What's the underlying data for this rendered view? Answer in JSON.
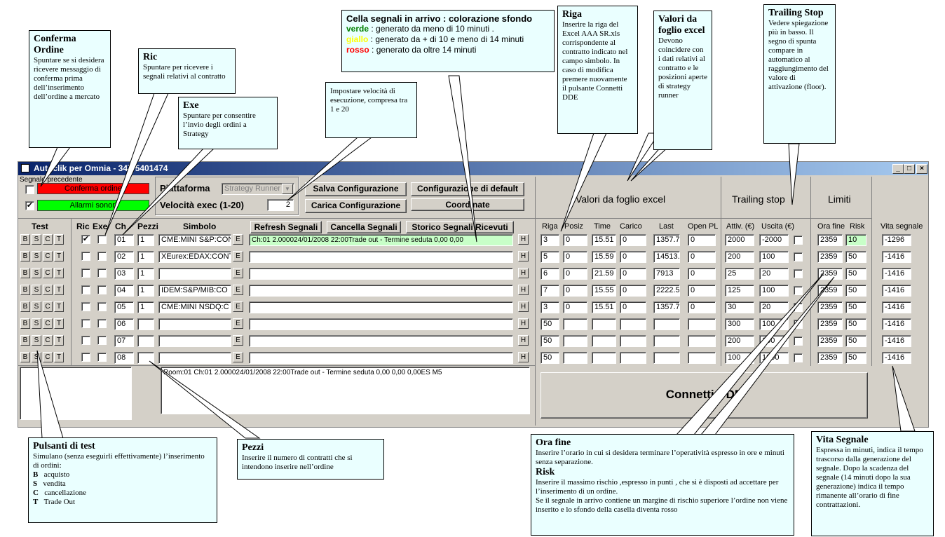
{
  "window": {
    "title": "Autoclik per Omnia - 347-5401474",
    "prev_signal_label": "Segnale precedente"
  },
  "top": {
    "confirm_label": "Conferma ordine",
    "alarm_label": "Allarmi sonori",
    "alarm_checked": "✔",
    "platform_label": "Piattaforma",
    "platform_value": "Strategy Runner",
    "speed_label": "Velocità exec (1-20)",
    "speed_value": "2",
    "save_label": "Salva Configurazione",
    "load_label": "Carica Configurazione",
    "default_label": "Configurazione di default",
    "coords_label": "Coordinate",
    "excel_header": "Valori da foglio excel",
    "trailing_header": "Trailing stop",
    "limits_header": "Limiti",
    "colors": {
      "confirm": "#ff0000",
      "alarm": "#00ff00",
      "signal_green": "#c8ffc8"
    }
  },
  "columns": {
    "test": "Test",
    "ric": "Ric",
    "exe": "Exe",
    "ch": "Ch",
    "pezzi": "Pezzi",
    "simbolo": "Simbolo",
    "refresh": "Refresh Segnali",
    "cancel": "Cancella Segnali",
    "history": "Storico Segnali Ricevuti",
    "riga": "Riga",
    "posiz": "Posiz",
    "time": "Time",
    "carico": "Carico",
    "last": "Last",
    "openpl": "Open PL",
    "attiv": "Attiv. (€)",
    "uscita": "Uscita (€)",
    "orafine": "Ora fine",
    "risk": "Risk",
    "vita": "Vita segnale"
  },
  "test_buttons": [
    "B",
    "S",
    "C",
    "T"
  ],
  "e_label": "E",
  "h_label": "H",
  "rows": [
    {
      "ric": "✔",
      "exe": "",
      "ch": "01",
      "pezzi": "1",
      "simbolo": "CME:MINI S&P:CON",
      "signal": "Ch:01 2.000024/01/2008 22:00Trade out - Termine seduta      0,00       0,00",
      "riga": "3",
      "posiz": "0",
      "time": "15.51",
      "carico": "0",
      "last": "1357.7",
      "openpl": "0",
      "attiv": "2000",
      "uscita": "-2000",
      "orafine": "2359",
      "risk": "10",
      "vita": "-1296"
    },
    {
      "ric": "",
      "exe": "",
      "ch": "02",
      "pezzi": "1",
      "simbolo": "XEurex:EDAX:CONT",
      "signal": "",
      "riga": "5",
      "posiz": "0",
      "time": "15.59",
      "carico": "0",
      "last": "14513.",
      "openpl": "0",
      "attiv": "200",
      "uscita": "100",
      "orafine": "2359",
      "risk": "50",
      "vita": "-1416"
    },
    {
      "ric": "",
      "exe": "",
      "ch": "03",
      "pezzi": "1",
      "simbolo": "",
      "signal": "",
      "riga": "6",
      "posiz": "0",
      "time": "21.59",
      "carico": "0",
      "last": "7913",
      "openpl": "0",
      "attiv": "25",
      "uscita": "20",
      "orafine": "2359",
      "risk": "50",
      "vita": "-1416"
    },
    {
      "ric": "",
      "exe": "",
      "ch": "04",
      "pezzi": "1",
      "simbolo": "IDEM:S&P/MIB:CO",
      "signal": "",
      "riga": "7",
      "posiz": "0",
      "time": "15.55",
      "carico": "0",
      "last": "2222.5",
      "openpl": "0",
      "attiv": "125",
      "uscita": "100",
      "orafine": "2359",
      "risk": "50",
      "vita": "-1416"
    },
    {
      "ric": "",
      "exe": "",
      "ch": "05",
      "pezzi": "1",
      "simbolo": "CME:MINI NSDQ:C",
      "signal": "",
      "riga": "3",
      "posiz": "0",
      "time": "15.51",
      "carico": "0",
      "last": "1357.7",
      "openpl": "0",
      "attiv": "30",
      "uscita": "20",
      "orafine": "2359",
      "risk": "50",
      "vita": "-1416"
    },
    {
      "ric": "",
      "exe": "",
      "ch": "06",
      "pezzi": "",
      "simbolo": "",
      "signal": "",
      "riga": "50",
      "posiz": "",
      "time": "",
      "carico": "",
      "last": "",
      "openpl": "",
      "attiv": "300",
      "uscita": "100",
      "orafine": "2359",
      "risk": "50",
      "vita": "-1416"
    },
    {
      "ric": "",
      "exe": "",
      "ch": "07",
      "pezzi": "",
      "simbolo": "",
      "signal": "",
      "riga": "50",
      "posiz": "",
      "time": "",
      "carico": "",
      "last": "",
      "openpl": "",
      "attiv": "200",
      "uscita": "100",
      "orafine": "2359",
      "risk": "50",
      "vita": "-1416"
    },
    {
      "ric": "",
      "exe": "",
      "ch": "08",
      "pezzi": "",
      "simbolo": "",
      "signal": "",
      "riga": "50",
      "posiz": "",
      "time": "",
      "carico": "",
      "last": "",
      "openpl": "",
      "attiv": "100",
      "uscita": "1000",
      "orafine": "2359",
      "risk": "50",
      "vita": "-1416"
    }
  ],
  "log_text": "Room:01 Ch:01 2.000024/01/2008 22:00Trade out - Termine seduta        0,00        0,00        0,00ES M5",
  "connect_label": "Connetti DDE",
  "callouts": {
    "conferma": {
      "title": "Conferma Ordine",
      "body": "Spuntare se si desidera ricevere messaggio di conferma prima dell’inserimento dell’ordine a mercato"
    },
    "ric": {
      "title": "Ric",
      "body": "Spuntare per ricevere i segnali relativi al contratto"
    },
    "exe": {
      "title": "Exe",
      "body": "Spuntare per consentire l’invio degli ordini a Strategy"
    },
    "velocita": {
      "body": "Impostare velocità di esecuzione, compresa tra 1 e 20"
    },
    "cella": {
      "title": "Cella segnali in arrivo : colorazione sfondo",
      "verde": "verde",
      "verde_txt": " : generato da meno di 10 minuti .",
      "giallo": "giallo",
      "giallo_txt": " :  generato da + di 10 e meno di 14 minuti",
      "rosso": "rosso",
      "rosso_txt": " :  generato da oltre 14 minuti"
    },
    "riga": {
      "title": "Riga",
      "body": "Inserire la riga del Excel AAA SR.xls corrispondente al contratto indicato nel campo simbolo. In caso di modifica premere nuovamente il pulsante Connetti DDE"
    },
    "valori": {
      "title": "Valori da foglio excel",
      "body": "Devono coincidere con i dati relativi al contratto e le posizioni aperte di strategy runner"
    },
    "trailing": {
      "title": "Trailing Stop",
      "body": "Vedere spiegazione più in basso. Il segno di spunta compare in automatico al raggiungimento del valore di attivazione (floor)."
    },
    "pulsanti": {
      "title": "Pulsanti di test",
      "body1": "Simulano (senza eseguirli effettivamente) l’inserimento di ordini:",
      "b": "B",
      "b_txt": "acquisto",
      "s": "S",
      "s_txt": "vendita",
      "c": "C",
      "c_txt": "cancellazione",
      "t": "T",
      "t_txt": "Trade Out"
    },
    "pezzi": {
      "title": "Pezzi",
      "body": "Inserire il numero di contratti che si intendono inserire nell’ordine"
    },
    "orafine": {
      "title": "Ora fine",
      "body1": "Inserire l’orario in cui si desidera terminare l’operatività espresso in ore e minuti  senza separazione.",
      "title2": "Risk",
      "body2": "Inserire il massimo rischio ,espresso in punti , che si è disposti ad accettare per l’inserimento di un ordine.",
      "body3": "Se il segnale in arrivo contiene un margine di rischio superiore l’ordine non viene inserito e lo sfondo della casella diventa rosso"
    },
    "vita": {
      "title": "Vita Segnale",
      "body": "Espressa in minuti, indica il tempo trascorso dalla generazione del segnale. Dopo la scadenza del segnale (14 minuti dopo la sua generazione) indica il tempo rimanente all’orario di fine contrattazioni."
    }
  }
}
